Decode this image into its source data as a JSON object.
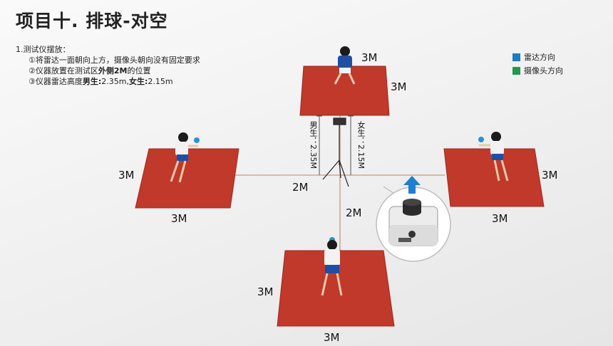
{
  "title": "项目十. 排球-对空",
  "notes": {
    "heading": "1.测试仪摆放：",
    "line1": "①将雷达一面朝向上方，摄像头朝向没有固定要求",
    "line2_a": "②仪器放置在测试区",
    "line2_b": "外侧2M",
    "line2_c": "的位置",
    "line3_a": "③仪器雷达高度",
    "line3_b": "男生:",
    "line3_c": "2.35m,",
    "line3_d": "女生:",
    "line3_e": "2.15m"
  },
  "legend": [
    {
      "label": "雷达方向",
      "color": "#1e7fb8"
    },
    {
      "label": "摄像头方向",
      "color": "#1f9a4a"
    }
  ],
  "labels": {
    "top_w": "3M",
    "top_h": "3M",
    "left_h": "3M",
    "left_w": "3M",
    "right_h": "3M",
    "right_w": "3M",
    "bottom_h": "3M",
    "bottom_w": "3M",
    "dist_left": "2M",
    "dist_down": "2M",
    "male_height": "男生：2.35M",
    "female_height": "女生：2.15M"
  },
  "colors": {
    "court": "#c0392b",
    "court_edge": "#9e2a1f",
    "line": "#d9a38f",
    "arrow": "#1e7fd0"
  }
}
